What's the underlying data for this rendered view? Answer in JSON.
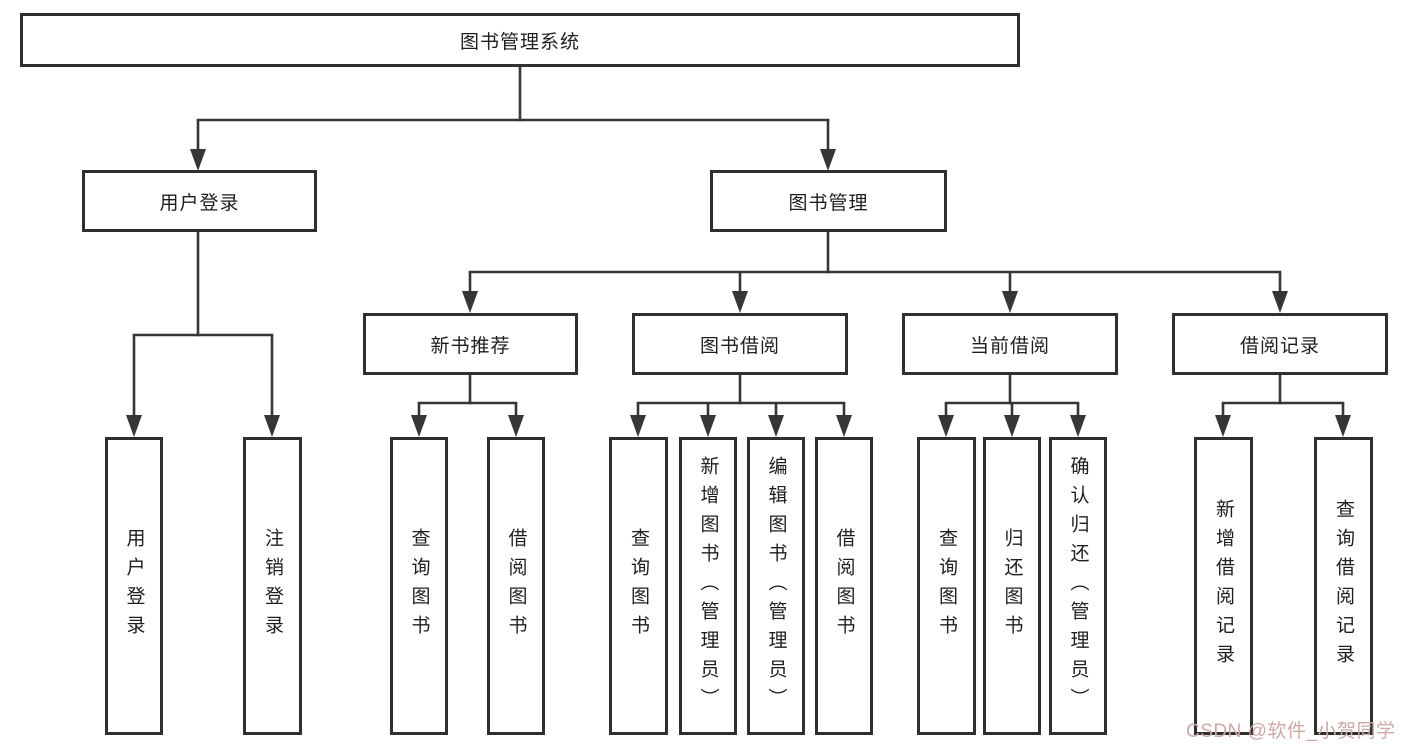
{
  "colors": {
    "line": "#363636",
    "border": "#2f2f2f",
    "text": "#1e1e1e",
    "watermark": "#cfa9a6"
  },
  "nodes": {
    "root": {
      "label": "图书管理系统"
    },
    "user_login": {
      "label": "用户登录"
    },
    "book_management": {
      "label": "图书管理"
    },
    "new_book_recommend": {
      "label": "新书推荐"
    },
    "book_borrowing": {
      "label": "图书借阅"
    },
    "current_borrowing": {
      "label": "当前借阅"
    },
    "borrowing_records": {
      "label": "借阅记录"
    },
    "leaf_user_login": {
      "label": "用户登录"
    },
    "leaf_logout": {
      "label": "注销登录"
    },
    "leaf_recommend_query_books": {
      "label": "查询图书"
    },
    "leaf_recommend_borrow_books": {
      "label": "借阅图书"
    },
    "leaf_borrowing_query_books": {
      "label": "查询图书"
    },
    "leaf_borrowing_add_books_admin": {
      "label": "新增图书（管理员）"
    },
    "leaf_borrowing_edit_books_admin": {
      "label": "编辑图书（管理员）"
    },
    "leaf_borrowing_borrow_books": {
      "label": "借阅图书"
    },
    "leaf_current_query_books": {
      "label": "查询图书"
    },
    "leaf_current_return_books": {
      "label": "归还图书"
    },
    "leaf_current_confirm_return_admin": {
      "label": "确认归还（管理员）"
    },
    "leaf_records_add_record": {
      "label": "新增借阅记录"
    },
    "leaf_records_query_record": {
      "label": "查询借阅记录"
    }
  },
  "watermark": {
    "text": "CSDN @软件_小贺同学"
  }
}
